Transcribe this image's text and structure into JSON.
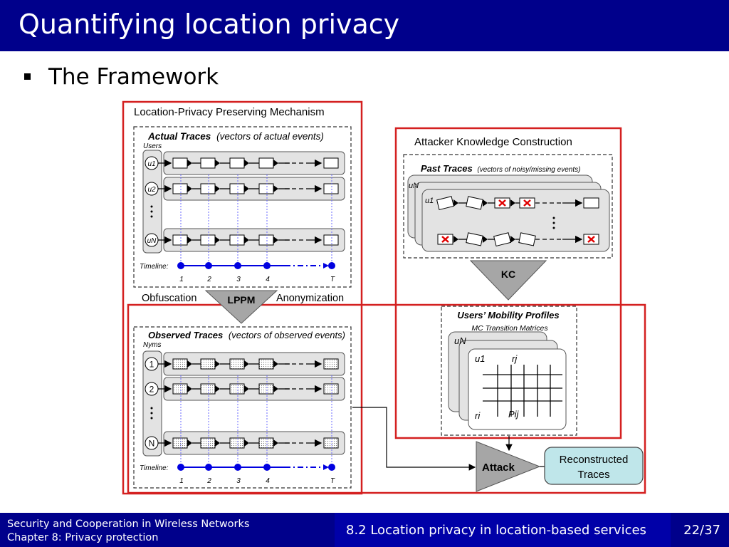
{
  "slide": {
    "title": "Quantifying location privacy",
    "bullet": "The Framework"
  },
  "diagram": {
    "lppm_title": "Location-Privacy Preserving Mechanism",
    "actual_traces_bold": "Actual Traces",
    "actual_traces_paren": "(vectors of actual events)",
    "users_label": "Users",
    "user_labels": [
      "u1",
      "u2",
      "uN"
    ],
    "timeline_label": "Timeline:",
    "timeline_ticks": [
      "1",
      "2",
      "3",
      "4",
      "T"
    ],
    "obfuscation_label": "Obfuscation",
    "anonymization_label": "Anonymization",
    "lppm_label": "LPPM",
    "observed_traces_bold": "Observed Traces",
    "observed_traces_paren": "(vectors of observed events)",
    "nyms_label": "Nyms",
    "nym_labels": [
      "1",
      "2",
      "N"
    ],
    "akc_title": "Attacker Knowledge Construction",
    "past_traces_bold": "Past Traces",
    "past_traces_paren": "(vectors of noisy/missing events)",
    "kc_label": "KC",
    "profiles_title": "Users’ Mobility Profiles",
    "profiles_subtitle": "MC Transition Matrices",
    "matrix_labels": {
      "uN": "uN",
      "u1": "u1",
      "rj": "rj",
      "ri": "ri",
      "pij": "Pij"
    },
    "attack_label": "Attack",
    "reconstructed_label_1": "Reconstructed",
    "reconstructed_label_2": "Traces"
  },
  "colors": {
    "header": "#00008b",
    "frame_red": "#d42020",
    "timeline_blue": "#0000e0",
    "reconstructed_fill": "#bfe6ea",
    "triangle_gray": "#a6a6a6"
  },
  "footer": {
    "course_line1": "Security and Cooperation in Wireless Networks",
    "course_line2": "Chapter 8: Privacy protection",
    "section": "8.2 Location privacy in location-based services",
    "page": "22/37"
  }
}
